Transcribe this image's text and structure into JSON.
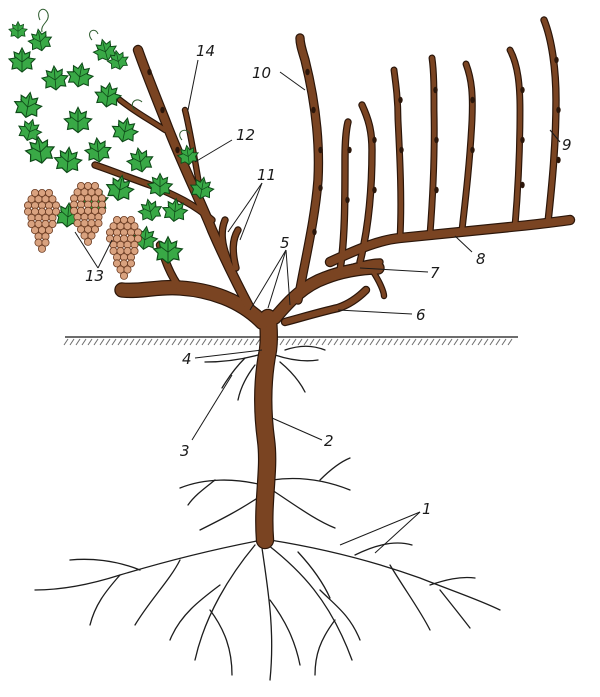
{
  "colors": {
    "wood": "#7a4422",
    "wood_outline": "#2b160a",
    "leaf": "#39a946",
    "leaf_outline": "#0e4a18",
    "berry": "#d9a27f",
    "ground": "#6d6d6d",
    "root": "#1d1d1d"
  },
  "labels": [
    "1",
    "2",
    "3",
    "4",
    "5",
    "6",
    "7",
    "8",
    "9",
    "10",
    "11",
    "12",
    "13",
    "14"
  ]
}
